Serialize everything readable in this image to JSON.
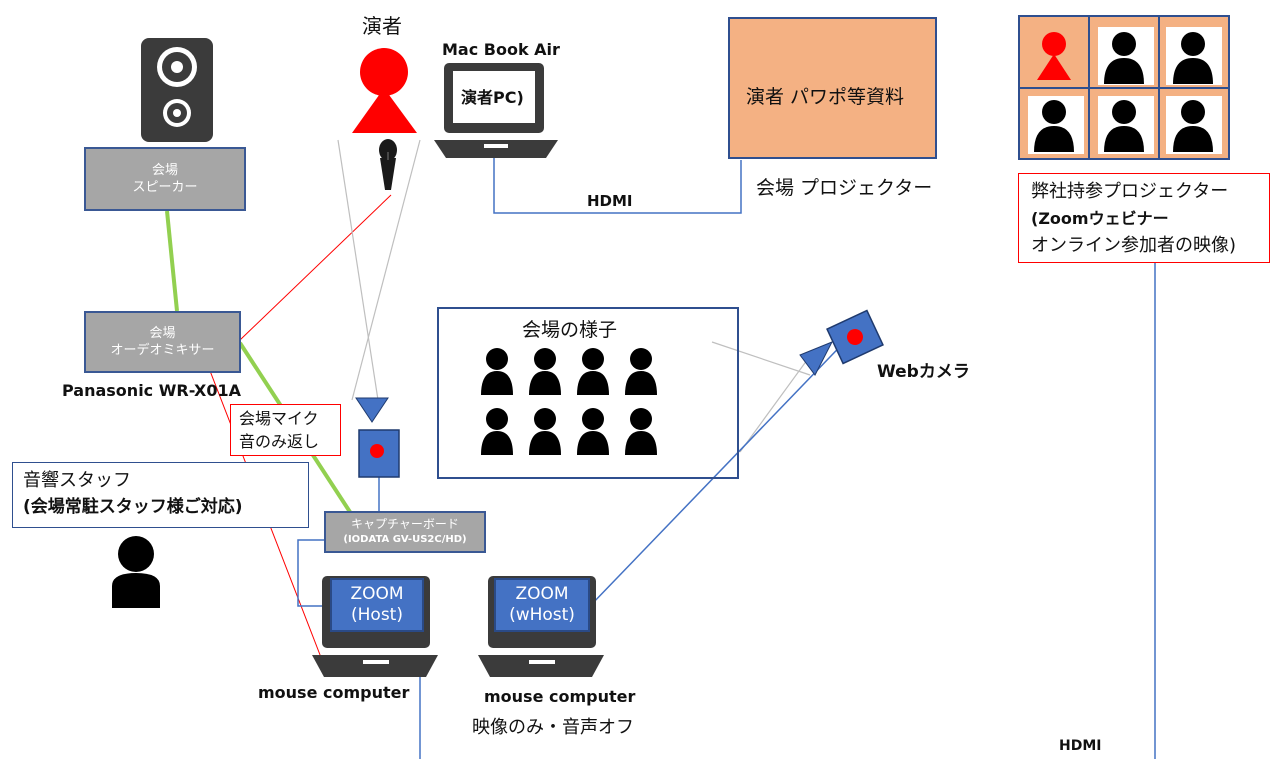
{
  "performer_label": "演者",
  "mac_label": "Mac Book Air",
  "mac_screen_text": "演者PC)",
  "slides_label": "演者 パワポ等資料",
  "venue_projector_label": "会場 プロジェクター",
  "hdmi_top": "HDMI",
  "own_projector": {
    "line1": "弊社持参プロジェクター",
    "line2": "(Zoomウェビナー",
    "line3": "オンライン参加者の映像)"
  },
  "speaker_box": {
    "line1": "会場",
    "line2": "スピーカー"
  },
  "mixer_box": {
    "line1": "会場",
    "line2": "オーデオミキサー"
  },
  "mixer_model": "Panasonic WR-X01A",
  "venue_mic": {
    "line1": "会場マイク",
    "line2": "音のみ返し"
  },
  "audio_staff": {
    "line1": "音響スタッフ",
    "line2": "(会場常駐スタッフ様ご対応)"
  },
  "capture_board": {
    "line1": "キャプチャーボード",
    "line2": "(IODATA GV-US2C/HD)"
  },
  "zoom_host": {
    "line1": "ZOOM",
    "line2": "(Host)"
  },
  "zoom_whost": {
    "line1": "ZOOM",
    "line2": "(wHost)"
  },
  "laptop1_label": "mouse computer",
  "laptop2_label": "mouse computer",
  "laptop2_note": "映像のみ・音声オフ",
  "venue_scene_label": "会場の様子",
  "webcam_label": "Webカメラ",
  "hdmi_bottom": "HDMI",
  "colors": {
    "blue_line": "#4472c4",
    "red_line": "#ff0000",
    "green_line": "#92d050",
    "grey_line": "#bfbfbf",
    "slide_fill": "#f4b183",
    "dark": "#000000"
  }
}
